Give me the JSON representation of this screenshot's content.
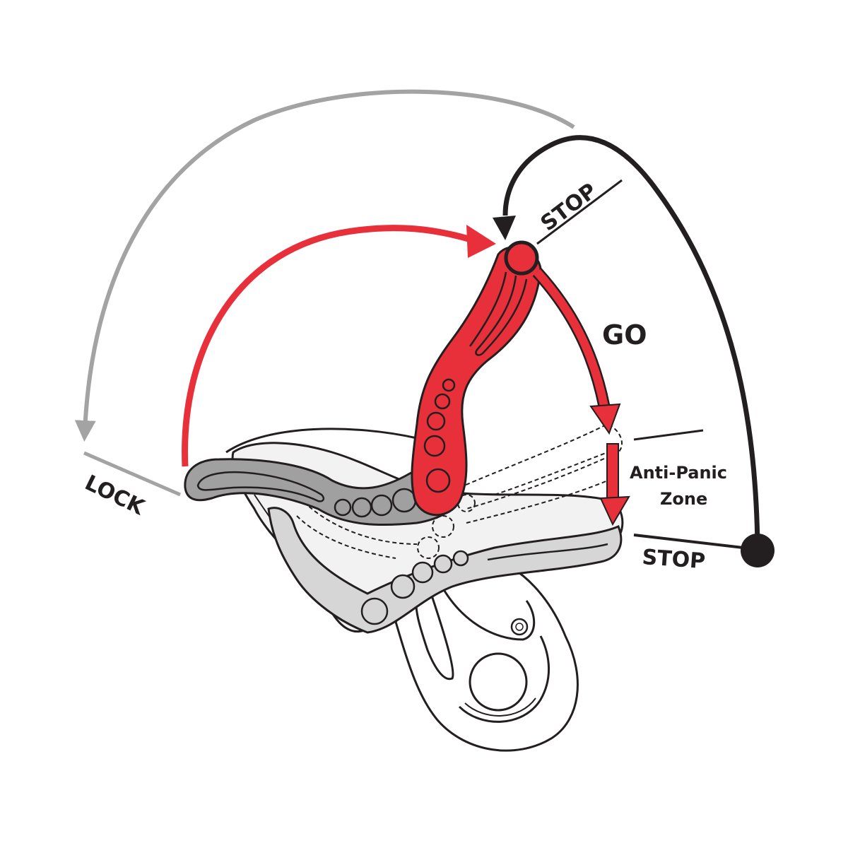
{
  "diagram": {
    "subject": "descender multi-function handle positions",
    "labels": {
      "lock": "LOCK",
      "stop_top": "STOP",
      "go": "GO",
      "anti_panic_line1": "Anti-Panic",
      "anti_panic_line2": "Zone",
      "stop_bottom": "STOP"
    },
    "colors": {
      "red": "#e8303a",
      "dark": "#231f20",
      "gray_arrow": "#a3a3a3",
      "handle_gray": "#a0a0a0",
      "body_light": "#d6d6d6",
      "body_lighter": "#f2f2f2"
    },
    "arrows": [
      {
        "name": "gray-arrow",
        "from": "STOP",
        "to": "LOCK"
      },
      {
        "name": "red-arrow",
        "from": "LOCK",
        "to": "STOP"
      },
      {
        "name": "black-arrow",
        "from": "STOP (bottom)",
        "to": "STOP (top)"
      },
      {
        "name": "go-arrow",
        "from": "STOP",
        "to": "Anti-Panic Zone"
      },
      {
        "name": "anti-panic-arrow",
        "from": "Anti-Panic Zone",
        "to": "STOP (bottom)"
      }
    ]
  }
}
